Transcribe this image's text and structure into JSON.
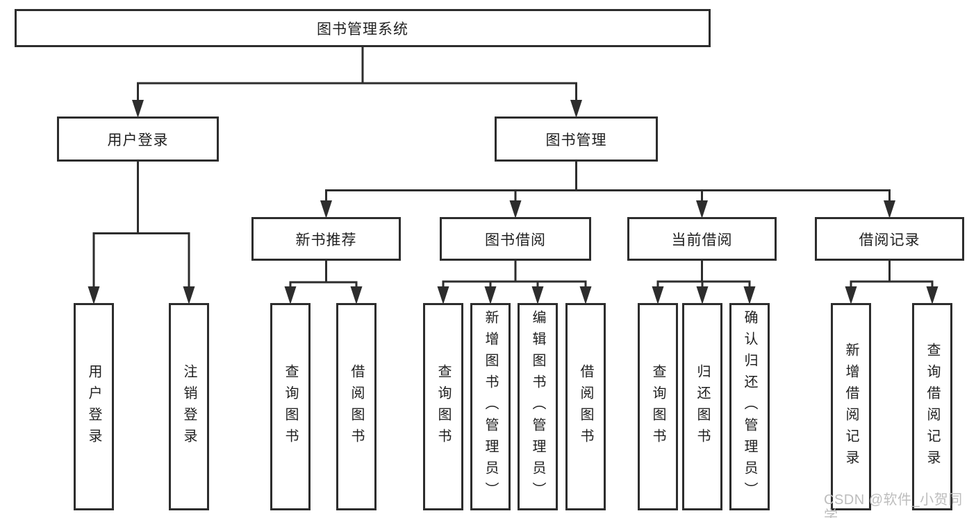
{
  "title": "图书管理系统",
  "watermark": "CSDN @软件_小贺同学",
  "colors": {
    "line": "#2d2d2d",
    "box_border": "#2d2d2d",
    "text": "#1f1f1f",
    "watermark": "#bdbdbd",
    "background": "#ffffff"
  },
  "branches": {
    "user_login": {
      "label": "用户登录",
      "children": [
        "用户登录",
        "注销登录"
      ]
    },
    "book_management": {
      "label": "图书管理",
      "sections": [
        {
          "label": "新书推荐",
          "children": [
            "查询图书",
            "借阅图书"
          ]
        },
        {
          "label": "图书借阅",
          "children": [
            "查询图书",
            "新增图书（管理员）",
            "编辑图书（管理员）",
            "借阅图书"
          ]
        },
        {
          "label": "当前借阅",
          "children": [
            "查询图书",
            "归还图书",
            "确认归还（管理员）"
          ]
        },
        {
          "label": "借阅记录",
          "children": [
            "新增借阅记录",
            "查询借阅记录"
          ]
        }
      ]
    }
  }
}
